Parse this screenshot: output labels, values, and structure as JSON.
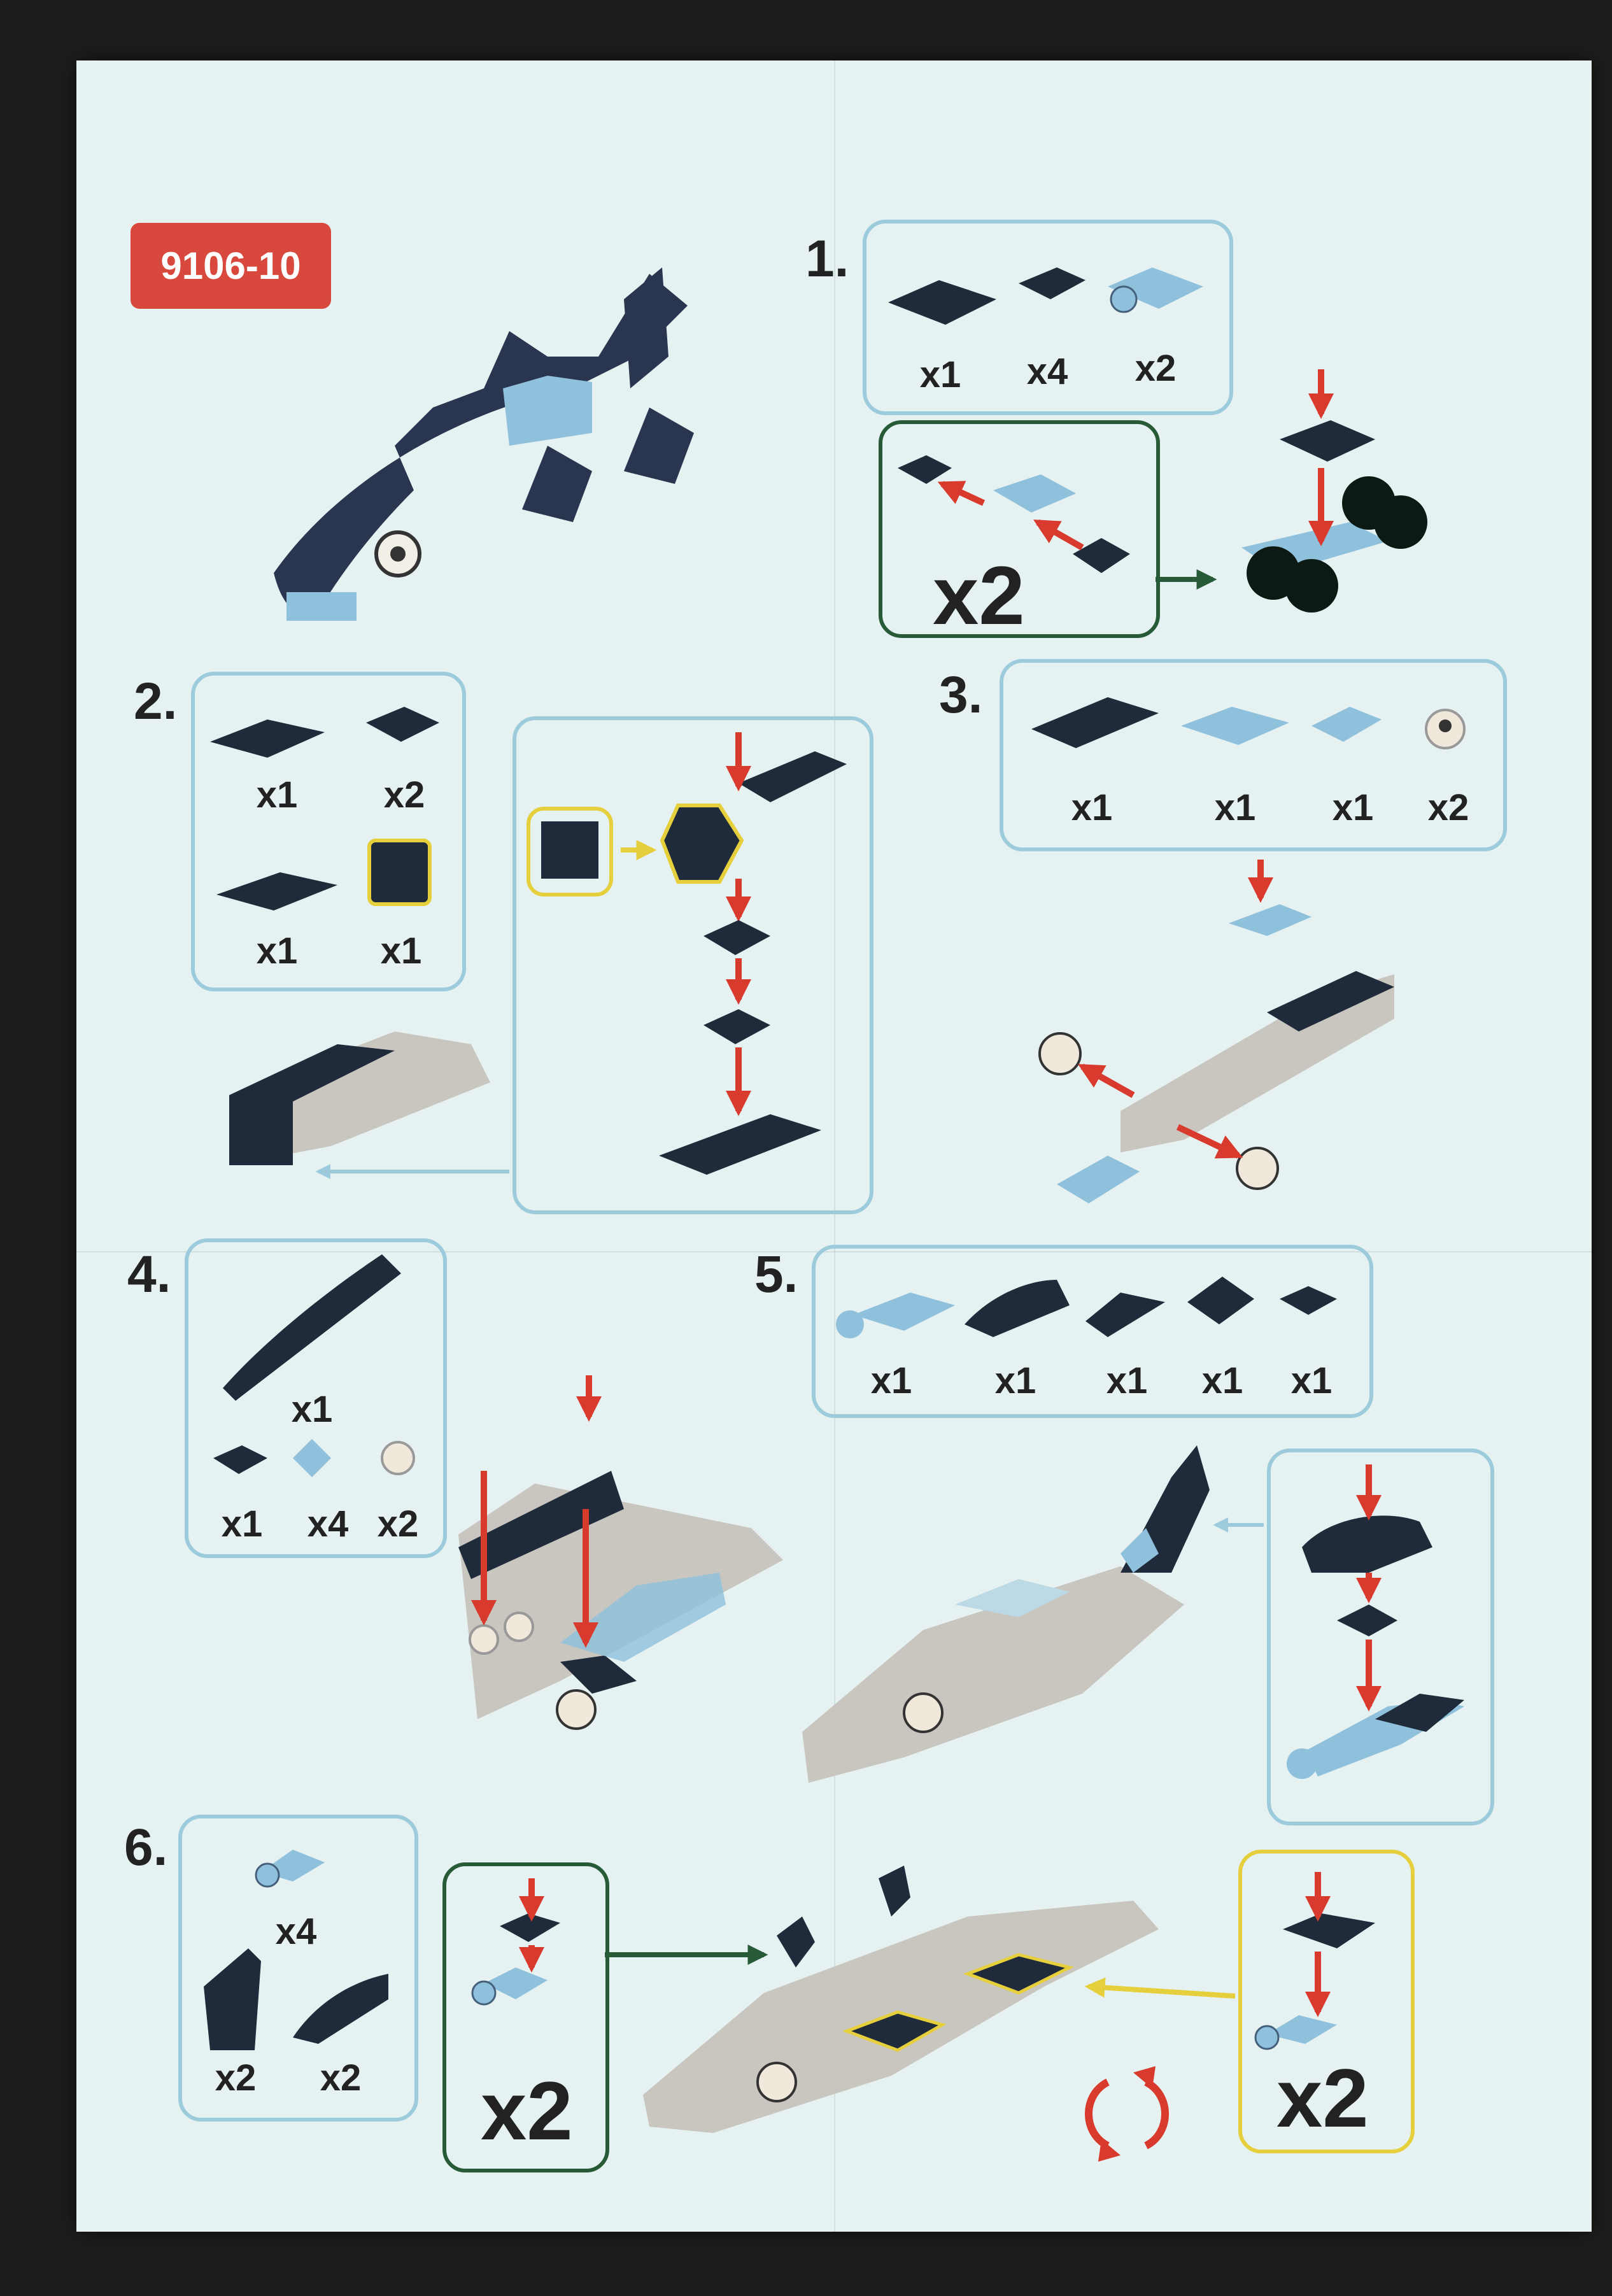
{
  "set_code": "9106-10",
  "steps": [
    {
      "label": "1.",
      "parts_qty": [
        "x1",
        "x4",
        "x2"
      ],
      "sub_multiplier": "x2"
    },
    {
      "label": "2.",
      "parts_qty": [
        "x1",
        "x2",
        "x1",
        "x1"
      ]
    },
    {
      "label": "3.",
      "parts_qty": [
        "x1",
        "x1",
        "x1",
        "x2"
      ]
    },
    {
      "label": "4.",
      "parts_qty": [
        "x1",
        "x1",
        "x4",
        "x2"
      ]
    },
    {
      "label": "5.",
      "parts_qty": [
        "x1",
        "x1",
        "x1",
        "x1",
        "x1"
      ]
    },
    {
      "label": "6.",
      "parts_qty": [
        "x4",
        "x2",
        "x2"
      ],
      "left_multiplier": "x2",
      "right_multiplier": "x2"
    }
  ],
  "colors": {
    "paper": "#e6f1f1",
    "dark_brick": "#1f2a3a",
    "light_blue_brick": "#8fc0dc",
    "box_border": "#9ccbdc",
    "arrow_red": "#d93a2e",
    "sub_box_green": "#275a36",
    "highlight_yellow": "#e6cf3c",
    "badge_red": "#d9483c"
  },
  "icons": [
    "shark-model-illustration",
    "brick-part",
    "red-arrow",
    "green-arrow",
    "yellow-arrow",
    "rotate-icon"
  ]
}
